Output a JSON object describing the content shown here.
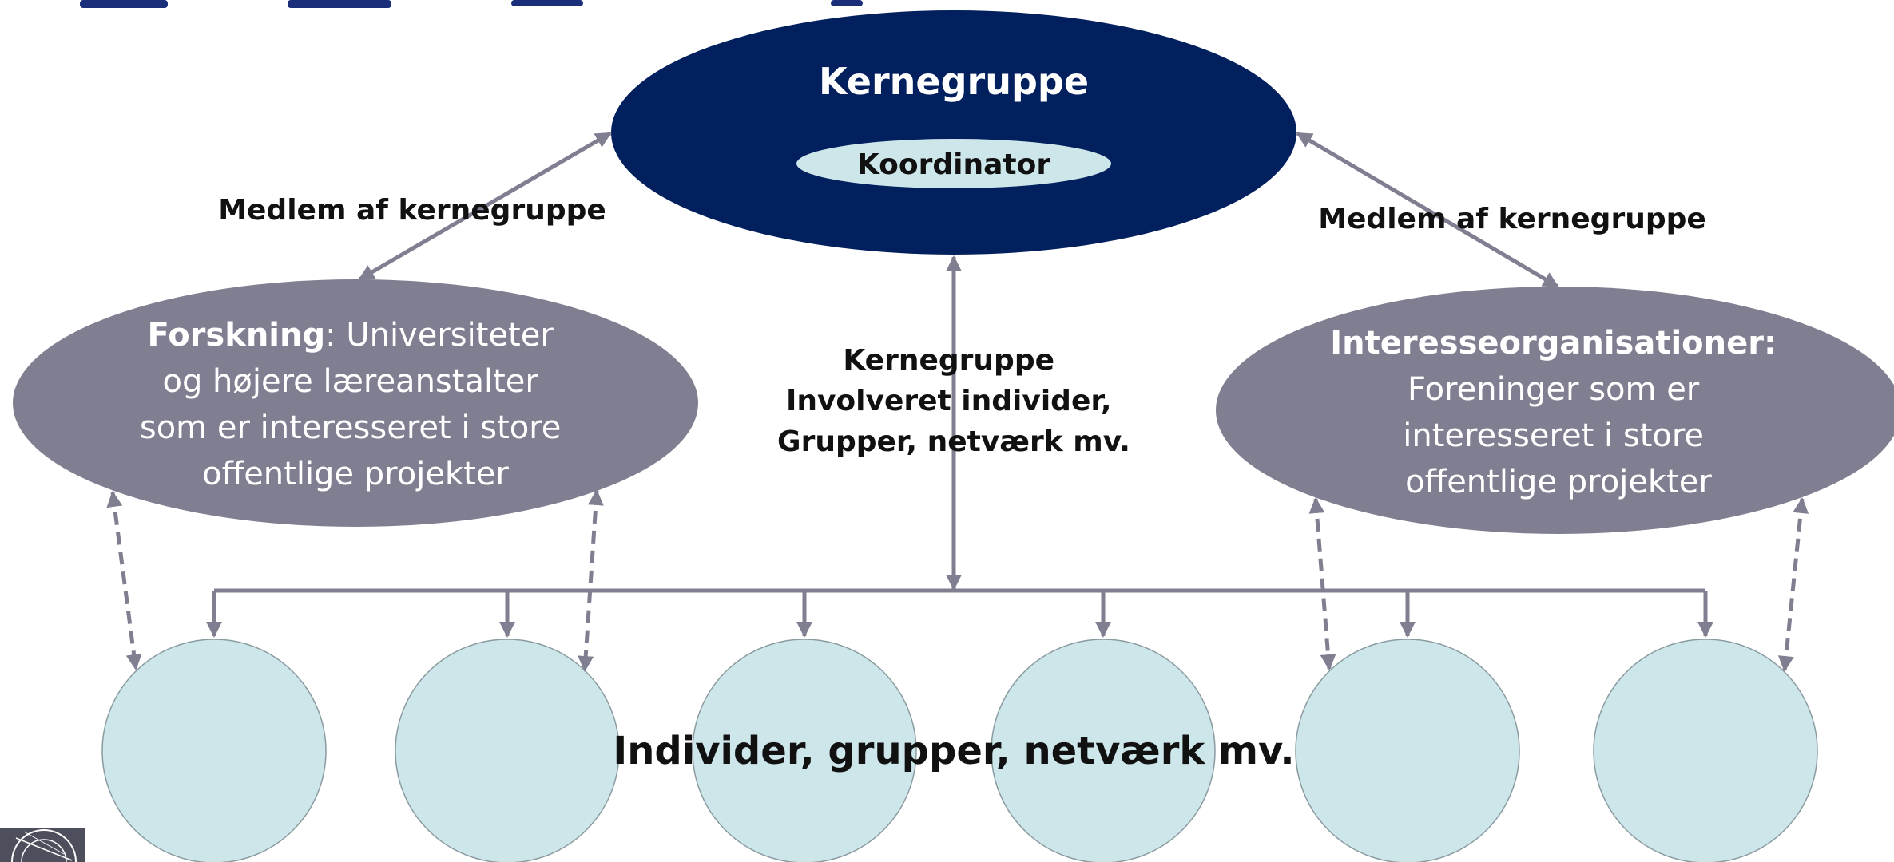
{
  "diagram": {
    "core": {
      "title": "Kernegruppe",
      "coordinator": "Koordinator"
    },
    "edge_labels": {
      "left_member": "Medlem af kernegruppe",
      "right_member": "Medlem af kernegruppe",
      "center": [
        "Kernegruppe",
        "Involveret individer,",
        "Grupper, netværk mv."
      ]
    },
    "left_group": {
      "bold": "Forskning",
      "rest": ": Universiteter",
      "lines": [
        "og højere læreanstalter",
        "som er interesseret i store",
        "offentlige projekter"
      ]
    },
    "right_group": {
      "bold": "Interesseorganisationer:",
      "lines": [
        "Foreninger som er",
        "interesseret i store",
        "offentlige projekter"
      ]
    },
    "bottom_label": "Individer, grupper, netværk mv.",
    "colors": {
      "core_fill": "#021f5e",
      "coordinator_fill": "#cde6ea",
      "group_fill": "#807f91",
      "circle_fill": "#cde6ea",
      "connector": "#807f91",
      "title_blue": "#1a2e7a"
    }
  }
}
